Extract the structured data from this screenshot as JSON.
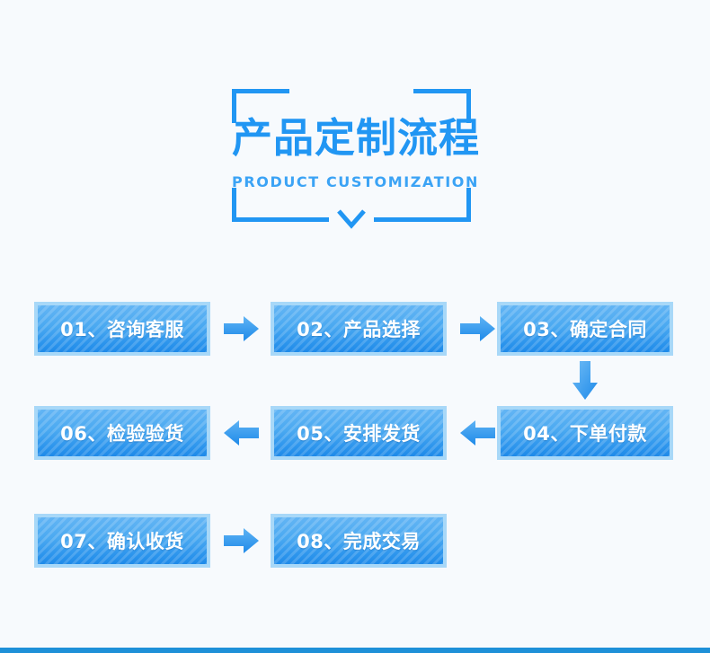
{
  "page": {
    "background_color": "#f7fafd",
    "accent_color": "#2196f3",
    "box_border_color": "#a8d8f8",
    "box_fill_color": "#3aa0ef",
    "bottom_bar_color": "#1e90d8",
    "text_color": "#ffffff"
  },
  "header": {
    "title": "产品定制流程",
    "subtitle": "PRODUCT CUSTOMIZATION",
    "chevron_icon": "chevron-down-icon",
    "bracket_icon": "corner-bracket-frame"
  },
  "flow": {
    "steps": [
      {
        "id": "01",
        "label": "01、咨询客服"
      },
      {
        "id": "02",
        "label": "02、产品选择"
      },
      {
        "id": "03",
        "label": "03、确定合同"
      },
      {
        "id": "04",
        "label": "04、下单付款"
      },
      {
        "id": "05",
        "label": "05、安排发货"
      },
      {
        "id": "06",
        "label": "06、检验验货"
      },
      {
        "id": "07",
        "label": "07、确认收货"
      },
      {
        "id": "08",
        "label": "08、完成交易"
      }
    ],
    "connectors": [
      {
        "name": "arrow-01-to-02",
        "direction": "right",
        "icon": "arrow-right-icon"
      },
      {
        "name": "arrow-02-to-03",
        "direction": "right",
        "icon": "arrow-right-icon"
      },
      {
        "name": "arrow-03-to-04",
        "direction": "down",
        "icon": "arrow-down-icon"
      },
      {
        "name": "arrow-04-to-05",
        "direction": "left",
        "icon": "arrow-left-icon"
      },
      {
        "name": "arrow-05-to-06",
        "direction": "left",
        "icon": "arrow-left-icon"
      },
      {
        "name": "arrow-07-to-08",
        "direction": "right",
        "icon": "arrow-right-icon"
      }
    ]
  }
}
